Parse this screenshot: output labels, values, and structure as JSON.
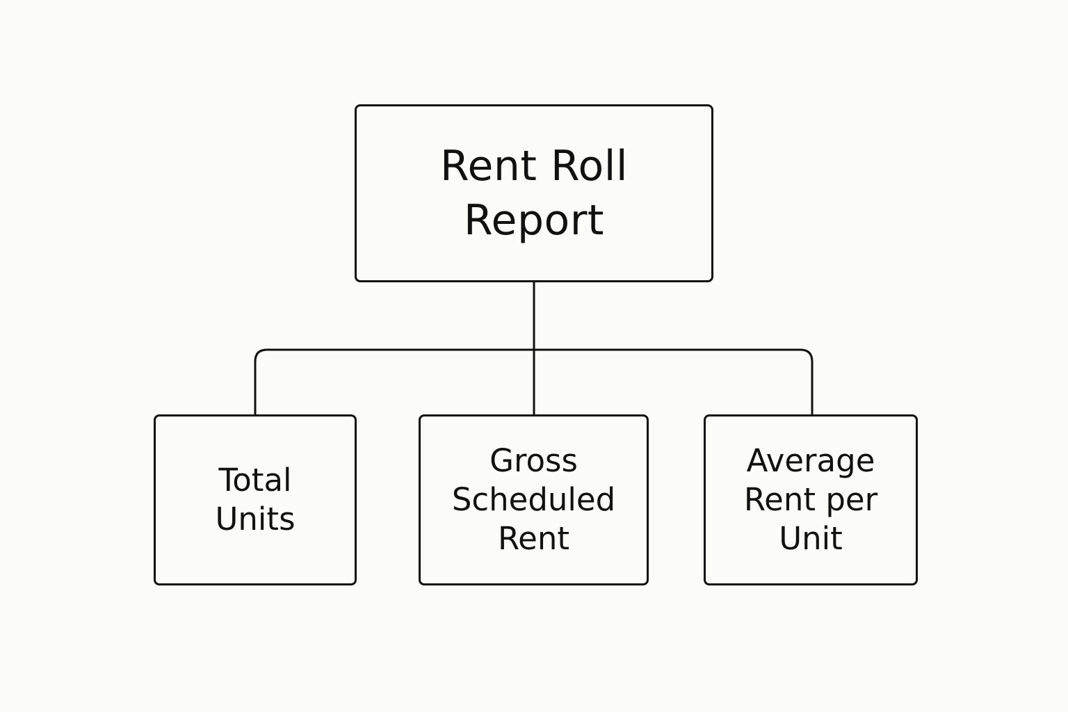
{
  "diagram": {
    "root": {
      "lines": [
        "Rent Roll",
        "Report"
      ]
    },
    "children": [
      {
        "lines": [
          "Total",
          "Units"
        ]
      },
      {
        "lines": [
          "Gross",
          "Scheduled",
          "Rent"
        ]
      },
      {
        "lines": [
          "Average",
          "Rent per",
          "Unit"
        ]
      }
    ],
    "colors": {
      "background": "#fbfbf9",
      "stroke": "#111111",
      "text": "#111111"
    }
  }
}
